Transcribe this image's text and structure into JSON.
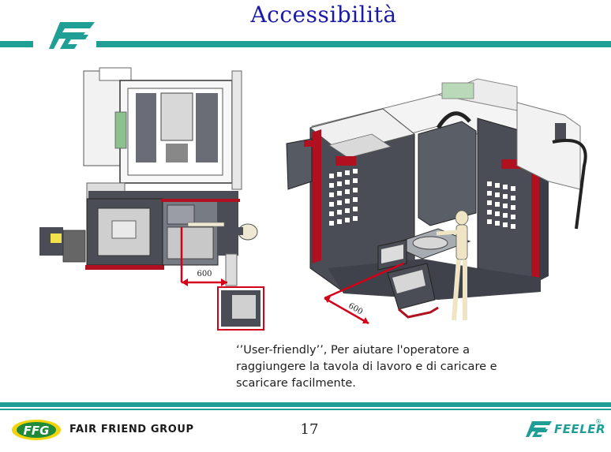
{
  "header": {
    "title": "Accessibilità"
  },
  "figures": {
    "plan_dimension_label": "600",
    "iso_dimension_label": "600"
  },
  "caption": {
    "line1": "‘’User-friendly’’, Per aiutare l'operatore a",
    "line2": "raggiungere la tavola di lavoro e di caricare e",
    "line3": "scaricare facilmente."
  },
  "footer": {
    "group_logo_text": "FFG",
    "group_name": "FAIR FRIEND GROUP",
    "page_number": "17",
    "brand_name": "FEELER",
    "registered_mark": "®"
  },
  "colors": {
    "accent_teal": "#1f9e96",
    "title_blue": "#1a1aa6",
    "dimension_red": "#d4001a",
    "machine_gray": "#4a4d55",
    "machine_red": "#b01020"
  }
}
